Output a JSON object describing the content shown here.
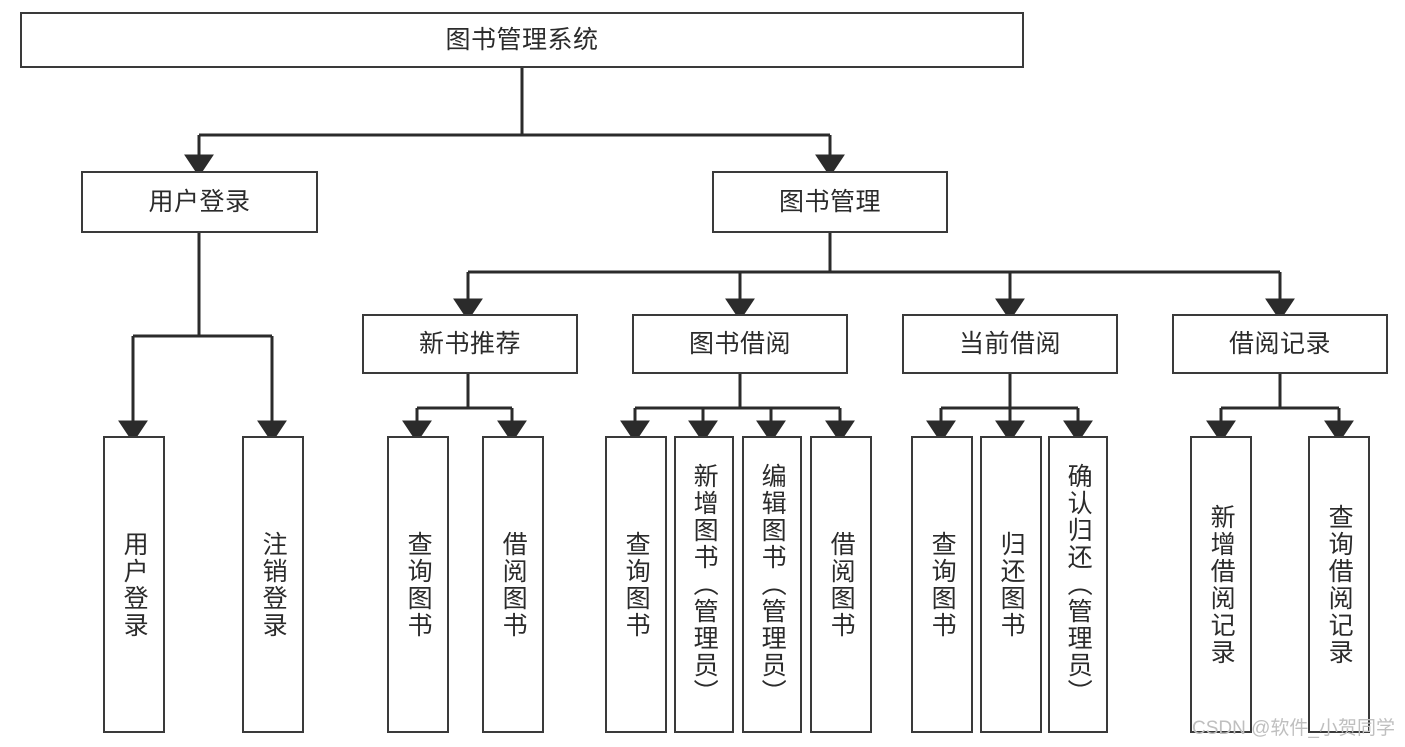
{
  "diagram": {
    "title": "图书管理系统",
    "type": "hierarchy-tree",
    "root": {
      "label": "图书管理系统"
    },
    "level2": [
      {
        "label": "用户登录"
      },
      {
        "label": "图书管理"
      }
    ],
    "level3": [
      {
        "label": "新书推荐"
      },
      {
        "label": "图书借阅"
      },
      {
        "label": "当前借阅"
      },
      {
        "label": "借阅记录"
      }
    ],
    "leaves": {
      "user_login": [
        {
          "label": "用户登录"
        },
        {
          "label": "注销登录"
        }
      ],
      "new_book_recommend": [
        {
          "label": "查询图书"
        },
        {
          "label": "借阅图书"
        }
      ],
      "book_borrow": [
        {
          "label": "查询图书"
        },
        {
          "label": "新增图书（管理员）"
        },
        {
          "label": "编辑图书（管理员）"
        },
        {
          "label": "借阅图书"
        }
      ],
      "current_borrow": [
        {
          "label": "查询图书"
        },
        {
          "label": "归还图书"
        },
        {
          "label": "确认归还（管理员）"
        }
      ],
      "borrow_record": [
        {
          "label": "新增借阅记录"
        },
        {
          "label": "查询借阅记录"
        }
      ]
    }
  },
  "watermark": {
    "text": "CSDN @软件_小贺同学"
  },
  "colors": {
    "border": "#3a3a3a",
    "text": "#2b2b2b",
    "background": "#ffffff",
    "watermark": "#bfbfbf"
  }
}
